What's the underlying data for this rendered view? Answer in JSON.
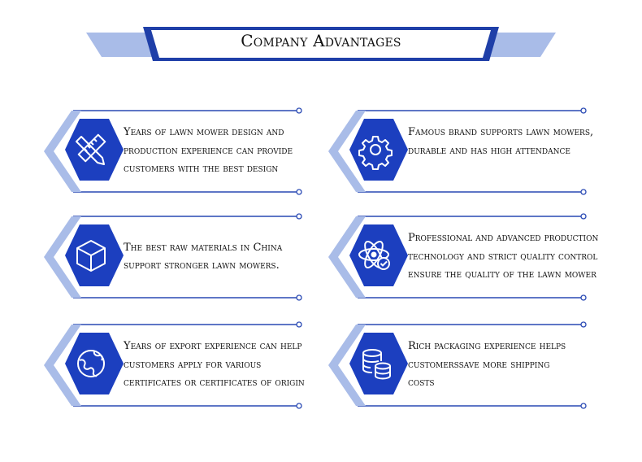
{
  "header": {
    "title": "Company Advantages"
  },
  "colors": {
    "primary_blue": "#1c3fbf",
    "light_blue": "#a9bce8",
    "banner_blue": "#1f3fa8",
    "line_blue": "#2949b4",
    "text": "#111111"
  },
  "advantages": [
    {
      "icon": "ruler-pencil-icon",
      "lines": [
        "Years of lawn mower design and",
        "production experience can provide",
        "customers with the best design"
      ]
    },
    {
      "icon": "gear-icon",
      "lines": [
        "Famous brand supports lawn mowers,",
        "durable and has high attendance"
      ]
    },
    {
      "icon": "cube-icon",
      "lines": [
        "The best raw materials in China",
        " support stronger lawn mowers."
      ]
    },
    {
      "icon": "atom-check-icon",
      "lines": [
        "Professional and advanced production",
        "technology and strict quality control",
        " ensure the quality of the lawn mower"
      ]
    },
    {
      "icon": "globe-icon",
      "lines": [
        "Years of export experience can help",
        "customers apply for various",
        "certificates or certificates of origin"
      ]
    },
    {
      "icon": "database-icon",
      "lines": [
        "Rich packaging experience helps",
        "customerssave more shipping",
        " costs"
      ]
    }
  ]
}
